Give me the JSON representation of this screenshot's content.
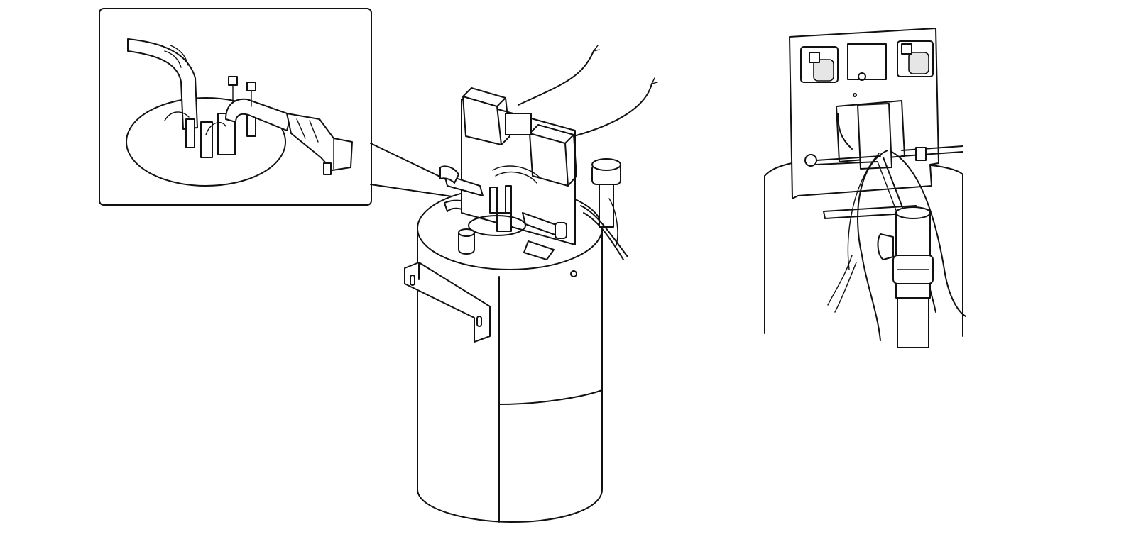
{
  "figure": {
    "views": [
      "inset-detail",
      "tank-assembly",
      "rear-detail"
    ],
    "stroke_color": "#111111",
    "background": "#ffffff"
  }
}
